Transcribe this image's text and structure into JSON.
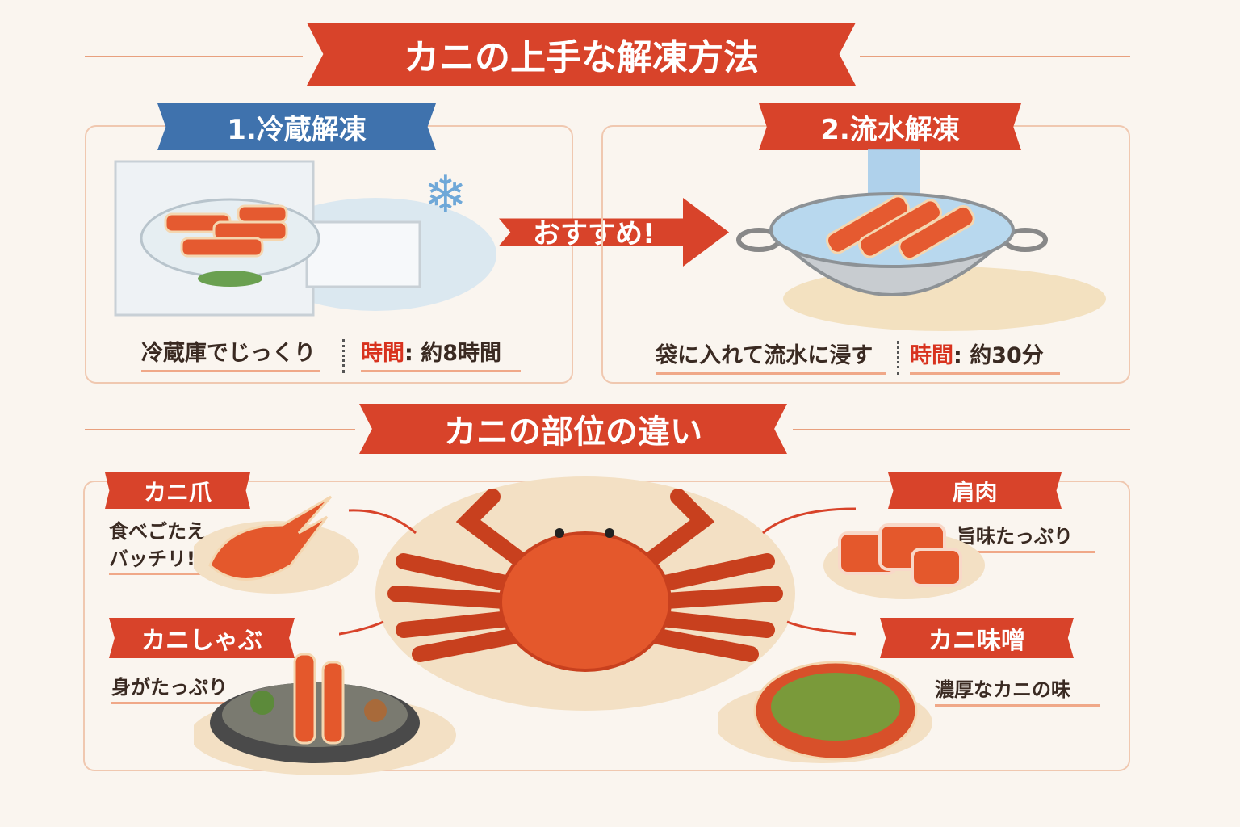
{
  "title": "カニの上手な解凍方法",
  "methods": [
    {
      "label": "1.冷蔵解凍",
      "caption": "冷蔵庫でじっくり",
      "time_label": "時間",
      "time_value": "約8時間",
      "color": "#3f72ad"
    },
    {
      "label": "2.流水解凍",
      "caption": "袋に入れて流水に浸す",
      "time_label": "時間",
      "time_value": "約30分",
      "color": "#d8432a"
    }
  ],
  "recommend": "おすすめ!",
  "parts_title": "カニの部位の違い",
  "parts": [
    {
      "label": "カニ爪",
      "note": [
        "食べごたえ",
        "バッチリ!"
      ]
    },
    {
      "label": "肩肉",
      "note": [
        "旨味たっぷり"
      ]
    },
    {
      "label": "カニしゃぶ",
      "note": [
        "身がたっぷり"
      ]
    },
    {
      "label": "カニ味噌",
      "note": [
        "濃厚なカニの味"
      ]
    }
  ],
  "colors": {
    "accent_red": "#d8432a",
    "accent_blue": "#3f72ad",
    "background": "#faf5ef"
  }
}
